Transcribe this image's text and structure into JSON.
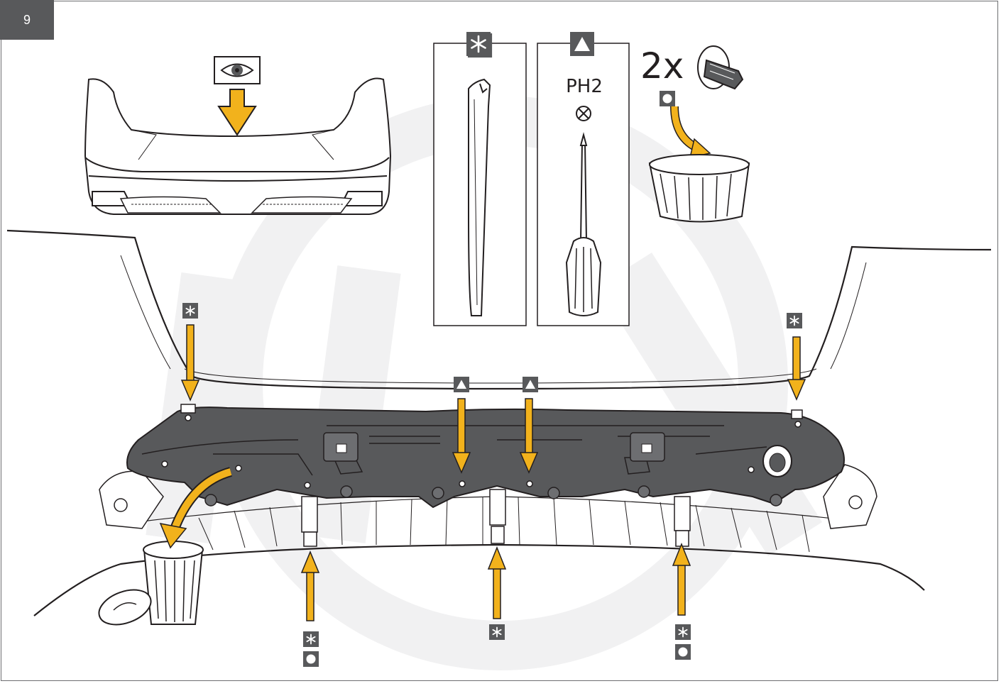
{
  "step": {
    "number": "9"
  },
  "screwdriver": {
    "size_label": "PH2"
  },
  "clips": {
    "quantity_label": "2x"
  },
  "colors": {
    "arrow": "#f2b21c",
    "bracket": "#58595b",
    "icon_box": "#58595b",
    "outline": "#231f20",
    "watermark": "#f1f1f2"
  },
  "icons": {
    "inspect": "eye-icon",
    "trim_tool": "asterisk-icon",
    "screwdriver": "triangle-icon",
    "clip": "circle-icon",
    "screw": "cross-circle-icon"
  }
}
